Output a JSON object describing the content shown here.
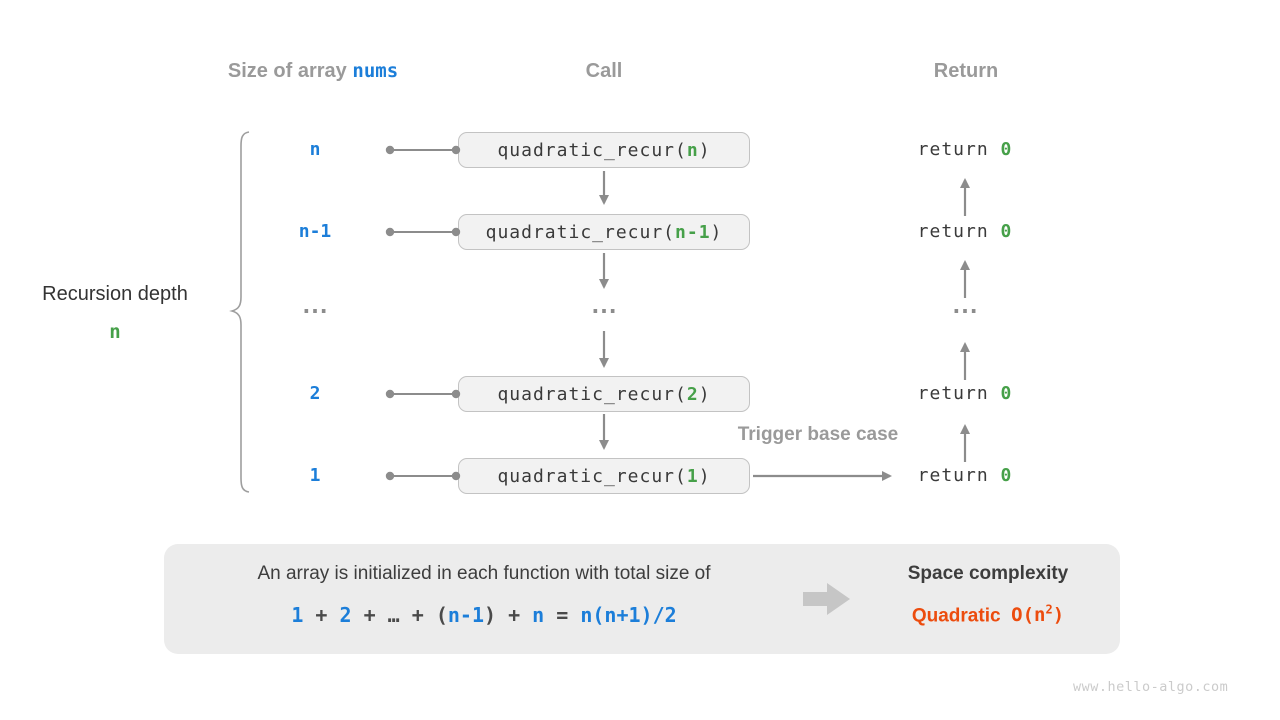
{
  "colors": {
    "blue": "#1c7ed9",
    "green": "#46a049",
    "orange": "#ec4c0e",
    "header_gray": "#9a9a9a",
    "dark_text": "#3a3a3a",
    "box_bg": "#f2f2f2",
    "box_border": "#c3c3c3",
    "arrow_gray": "#8c8c8c",
    "panel_bg": "#ececec",
    "big_arrow_gray": "#c6c6c6",
    "watermark_gray": "#cbcbcb"
  },
  "headers": {
    "size_prefix": "Size of array ",
    "size_code": "nums",
    "call": "Call",
    "return": "Return"
  },
  "recursion_label": {
    "text": "Recursion depth",
    "depth": "n"
  },
  "code": {
    "fn": "quadratic_recur(",
    "close": ")",
    "return_kw": "return ",
    "return_val": "0"
  },
  "rows": [
    {
      "size": "n",
      "arg": "n"
    },
    {
      "size": "n-1",
      "arg": "n-1"
    },
    {
      "ellipsis": "⋯"
    },
    {
      "size": "2",
      "arg": "2"
    },
    {
      "size": "1",
      "arg": "1"
    }
  ],
  "trigger_label": "Trigger base case",
  "panel": {
    "description": "An array is initialized in each function with total size of",
    "formula_parts": [
      "1",
      " + ",
      "2",
      " + ",
      "…",
      " + ",
      "(",
      "n-1",
      ")",
      " + ",
      "n",
      " = ",
      "n(n+1)/2"
    ],
    "space_title": "Space complexity",
    "complexity_name": "Quadratic",
    "complexity_gap": "  ",
    "complexity_o": "O(n",
    "complexity_sup": "2",
    "complexity_close": ")"
  },
  "watermark": "www.hello-algo.com"
}
